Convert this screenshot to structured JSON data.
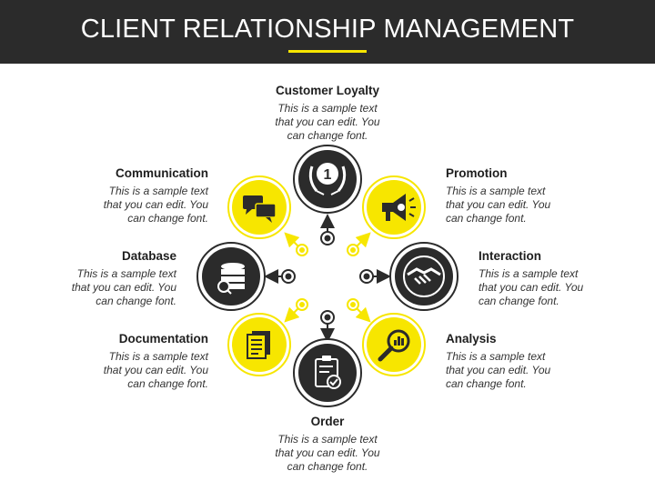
{
  "title": "CLIENT RELATIONSHIP MANAGEMENT",
  "colors": {
    "accent": "#f7e600",
    "dark": "#2b2b2b"
  },
  "items": {
    "customer_loyalty": {
      "title": "Customer Loyalty",
      "text": [
        "This is a sample text",
        "that you can edit. You",
        "can change font."
      ],
      "icon": "laurel-number-one-icon"
    },
    "promotion": {
      "title": "Promotion",
      "text": [
        "This is a sample text",
        "that you can edit. You",
        "can change font."
      ],
      "icon": "megaphone-icon"
    },
    "interaction": {
      "title": "Interaction",
      "text": [
        "This is a sample text",
        "that you can edit. You",
        "can change font."
      ],
      "icon": "handshake-icon"
    },
    "analysis": {
      "title": "Analysis",
      "text": [
        "This is a sample text",
        "that you can edit. You",
        "can change font."
      ],
      "icon": "magnifier-chart-icon"
    },
    "order": {
      "title": "Order",
      "text": [
        "This is a sample text",
        "that you can edit. You",
        "can change font."
      ],
      "icon": "clipboard-check-icon"
    },
    "documentation": {
      "title": "Documentation",
      "text": [
        "This is a sample text",
        "that you can edit. You",
        "can change font."
      ],
      "icon": "documents-icon"
    },
    "database": {
      "title": "Database",
      "text": [
        "This is a sample text",
        "that you can edit. You",
        "can change font."
      ],
      "icon": "database-search-icon"
    },
    "communication": {
      "title": "Communication",
      "text": [
        "This is a sample text",
        "that you can edit. You",
        "can change font."
      ],
      "icon": "chat-bubbles-icon"
    }
  }
}
